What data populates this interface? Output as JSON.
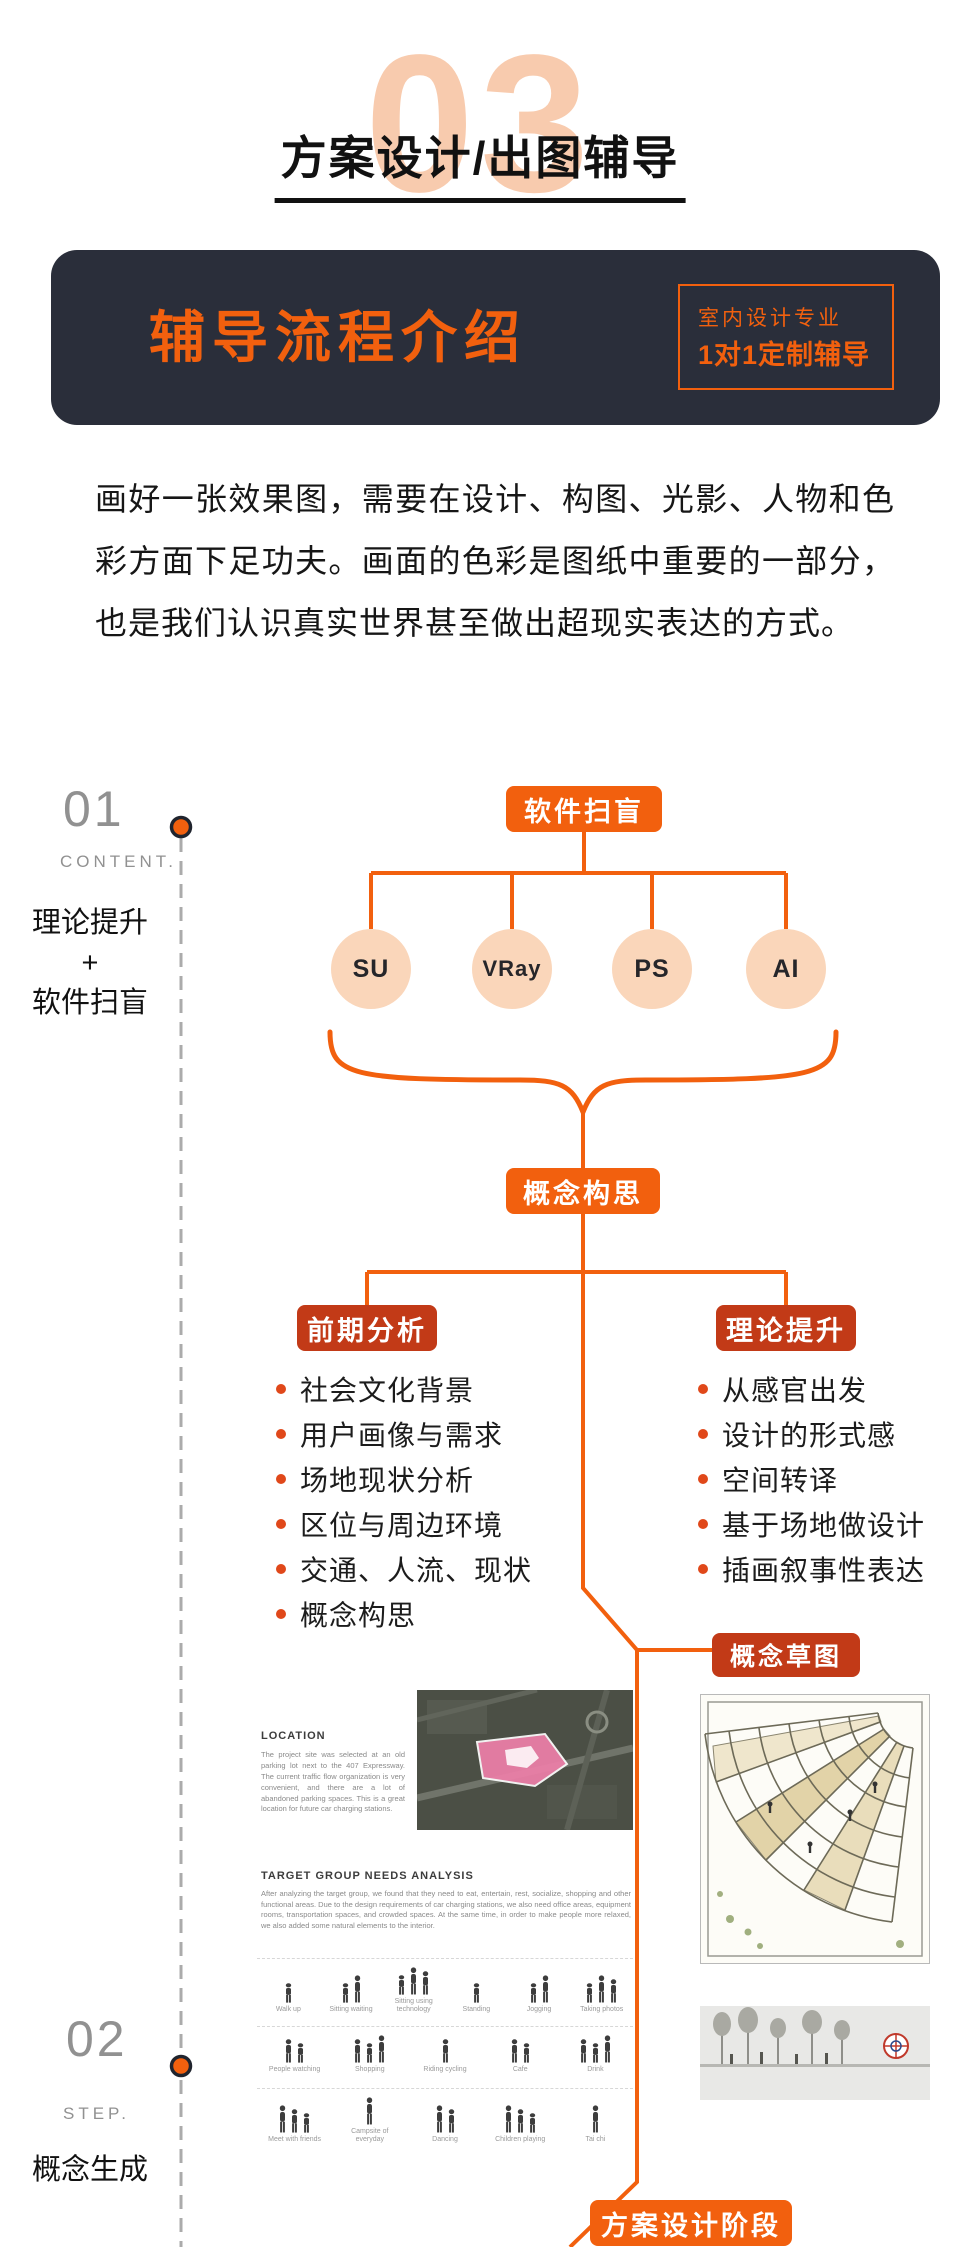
{
  "colors": {
    "accent": "#F2600E",
    "accent_dark": "#C23A17",
    "banner_bg": "#2A2E3A",
    "circle_bg": "#FAD6BA",
    "watermark": "#F8CBAE",
    "timeline_gray": "#ABABAB",
    "bullet": "#E0481A",
    "site_highlight": "#EE7FA9"
  },
  "header": {
    "watermark": "03",
    "title": "方案设计/出图辅导"
  },
  "banner": {
    "title": "辅导流程介绍",
    "badge_line1": "室内设计专业",
    "badge_line2": "1对1定制辅导"
  },
  "intro": {
    "text": "画好一张效果图，需要在设计、构图、光影、人物和色彩方面下足功夫。画面的色彩是图纸中重要的一部分，也是我们认识真实世界甚至做出超现实表达的方式。"
  },
  "steps": {
    "step1": {
      "number": "01",
      "caption": "CONTENT.",
      "label": "理论提升\n+\n软件扫盲"
    },
    "step2": {
      "number": "02",
      "caption": "STEP.",
      "label": "概念生成"
    }
  },
  "flow": {
    "software_label": "软件扫盲",
    "tools": [
      "SU",
      "VRay",
      "PS",
      "AI"
    ],
    "concept_label": "概念构思",
    "pre": {
      "title": "前期分析",
      "items": [
        "社会文化背景",
        "用户画像与需求",
        "场地现状分析",
        "区位与周边环境",
        "交通、人流、现状",
        "概念构思"
      ]
    },
    "theory": {
      "title": "理论提升",
      "items": [
        "从感官出发",
        "设计的形式感",
        "空间转译",
        "基于场地做设计",
        "插画叙事性表达"
      ]
    },
    "sketch_label": "概念草图",
    "phase_label": "方案设计阶段"
  },
  "board": {
    "location_title": "LOCATION",
    "location_text": "The project site was selected at an old parking lot next to the 407 Expressway. The current traffic flow organization is very convenient, and there are a lot of abandoned parking spaces. This is a great location for future car charging stations.",
    "needs_title": "TARGET GROUP NEEDS ANALYSIS",
    "needs_text": "After analyzing the target group, we found that they need to eat, entertain, rest, socialize, shopping and other functional areas. Due to the design requirements of car charging stations, we also need office areas, equipment rooms, transportation spaces, and crowded spaces. At the same time, in order to make people more relaxed, we also added some natural elements to the interior.",
    "personas": [
      {
        "labels": [
          "Walk up",
          "Sitting waiting",
          "Sitting using technology",
          "Standing",
          "Jogging",
          "Taking photos"
        ]
      },
      {
        "labels": [
          "People watching",
          "Shopping",
          "Riding cycling",
          "Cafe",
          "Drink"
        ]
      },
      {
        "labels": [
          "Meet with friends",
          "Campsite of everyday",
          "Dancing",
          "Children playing",
          "Tai chi"
        ]
      }
    ]
  }
}
